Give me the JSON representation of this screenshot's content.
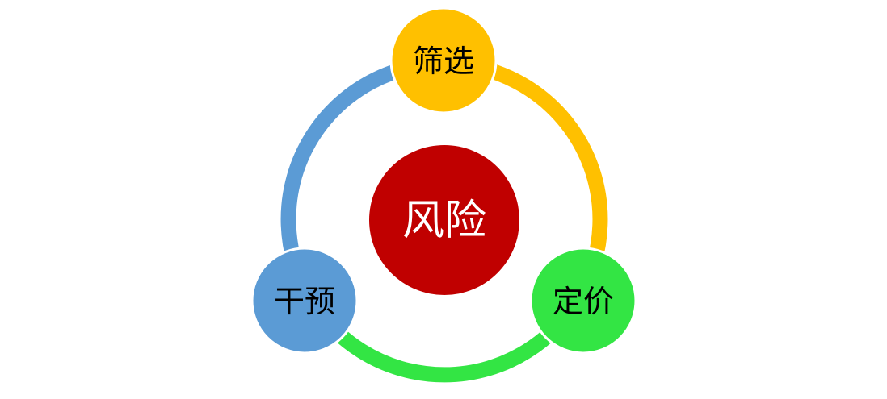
{
  "diagram": {
    "type": "cycle",
    "center": {
      "label": "风险",
      "color": "#C00000",
      "text_color": "#FFFFFF"
    },
    "nodes": [
      {
        "id": "top",
        "label": "筛选",
        "color": "#FFC000",
        "text_color": "#000000"
      },
      {
        "id": "right",
        "label": "定价",
        "color": "#33E544",
        "text_color": "#000000"
      },
      {
        "id": "left",
        "label": "干预",
        "color": "#5B9BD5",
        "text_color": "#000000"
      }
    ],
    "arcs": [
      {
        "from": "top",
        "to": "right",
        "color": "#FFC000"
      },
      {
        "from": "right",
        "to": "left",
        "color": "#33E544"
      },
      {
        "from": "left",
        "to": "top",
        "color": "#5B9BD5"
      }
    ]
  }
}
